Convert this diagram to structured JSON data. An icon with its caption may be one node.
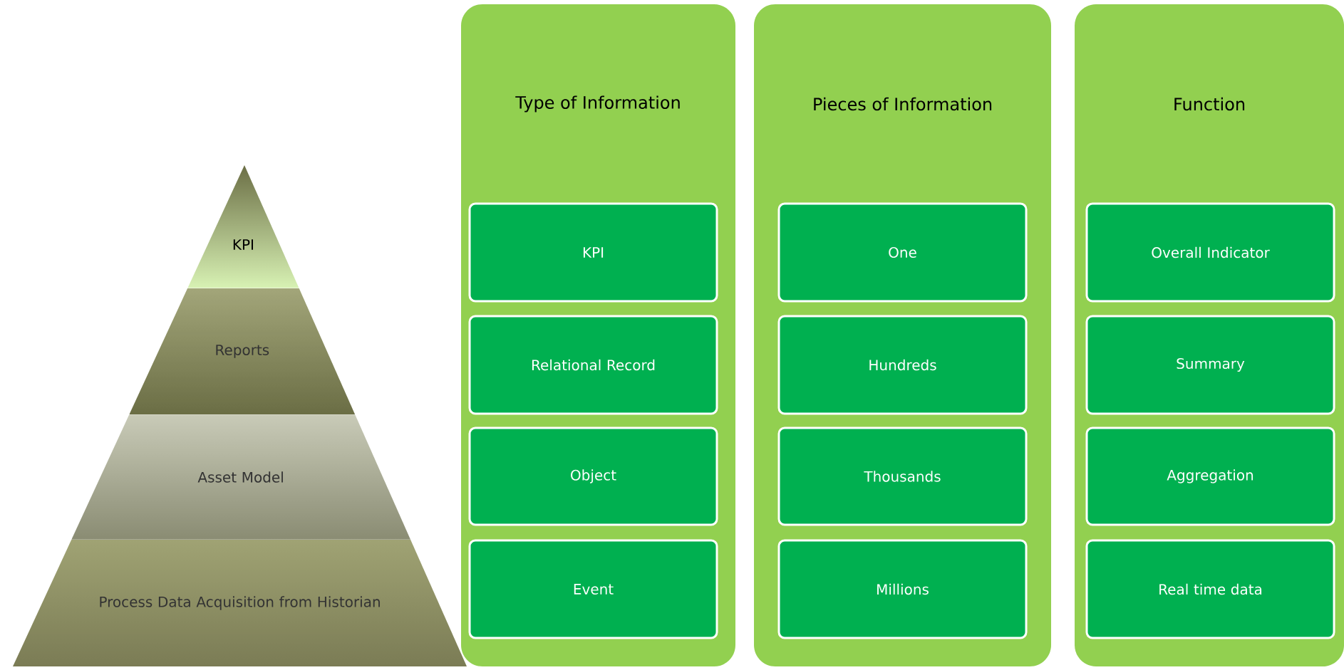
{
  "diagram": {
    "nodes": [
      {
        "text": [
          "KPI"
        ]
      },
      {
        "text": [
          "Reports"
        ]
      },
      {
        "text": [
          "Asset Model"
        ]
      },
      {
        "text": [
          "Process Data Acquisition from Historian"
        ]
      },
      {
        "text": [
          "Type of Information"
        ]
      },
      {
        "text": [
          "KPI"
        ],
        "in": 4
      },
      {
        "text": [
          "Relational Record"
        ],
        "in": 4
      },
      {
        "text": [
          "Object"
        ],
        "in": 4
      },
      {
        "text": [
          "Event"
        ],
        "in": 4
      },
      {
        "text": [
          "Pieces of Information"
        ]
      },
      {
        "text": [
          "One"
        ],
        "in": 9
      },
      {
        "text": [
          "Hundreds"
        ],
        "in": 9
      },
      {
        "text": [
          "Thousands"
        ],
        "in": 9
      },
      {
        "text": [
          "Millions"
        ],
        "in": 9
      },
      {
        "text": [
          "Function"
        ]
      },
      {
        "text": [
          "Overall Indicator"
        ],
        "in": 14
      },
      {
        "text": [
          "Summary"
        ],
        "in": 14
      },
      {
        "text": [
          "Aggregation"
        ],
        "in": 14
      },
      {
        "text": [
          "Real time data"
        ],
        "in": 14
      }
    ],
    "edges": []
  }
}
